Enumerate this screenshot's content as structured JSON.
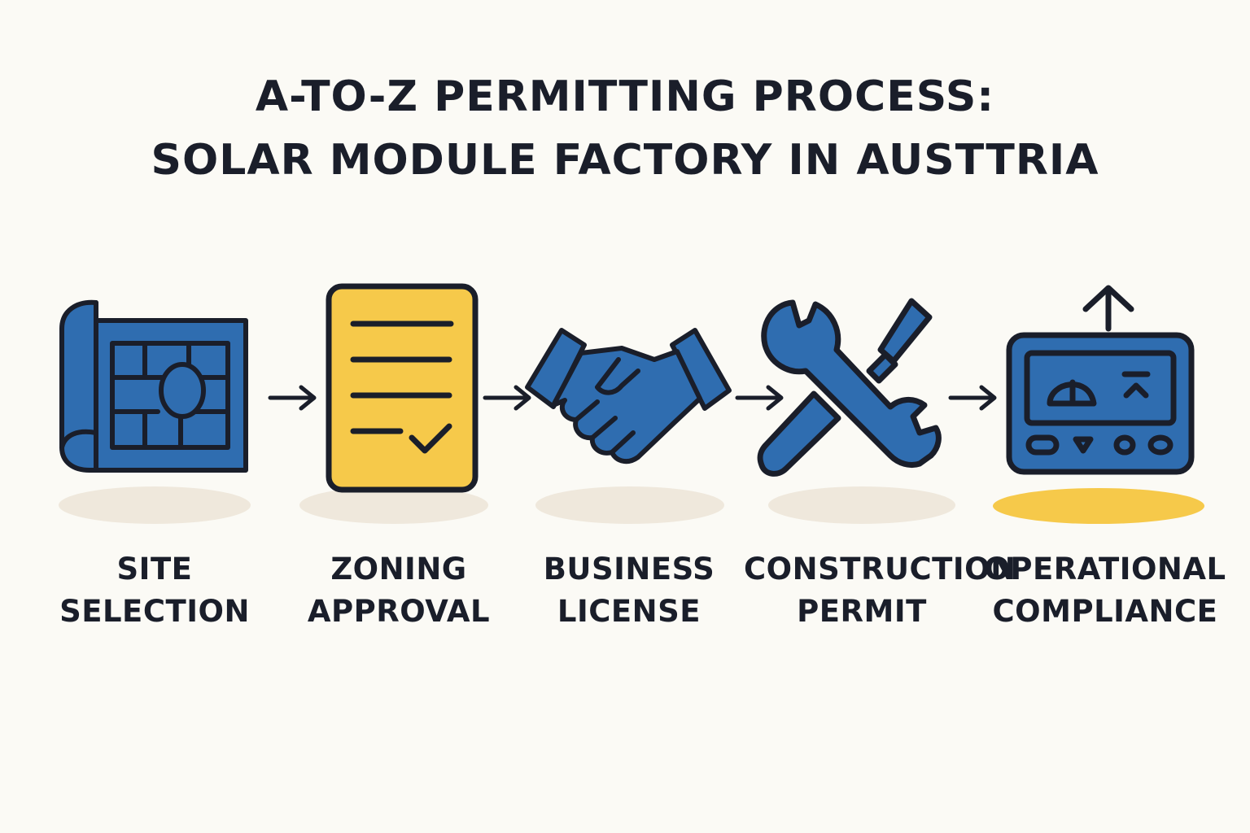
{
  "title": {
    "line1": "A-TO-Z PERMITTING PROCESS:",
    "line2": "SOLAR MODULE FACTORY IN AUSTTRIA"
  },
  "steps": [
    {
      "line1": "SITE",
      "line2": "SELECTION",
      "icon": "blueprint-map-icon"
    },
    {
      "line1": "ZONING",
      "line2": "APPROVAL",
      "icon": "checklist-document-icon"
    },
    {
      "line1": "BUSINESS",
      "line2": "LICENSE",
      "icon": "handshake-icon"
    },
    {
      "line1": "CONSTRUCTION",
      "line2": "PERMIT",
      "icon": "wrench-screwdriver-icon"
    },
    {
      "line1": "OPERATIONAL",
      "line2": "COMPLIANCE",
      "icon": "control-panel-icon"
    }
  ],
  "colors": {
    "background": "#fbfaf5",
    "blue": "#2f6db0",
    "yellow": "#f6c94a",
    "outline": "#1a1e2a",
    "shadow": "#efe8dc"
  }
}
